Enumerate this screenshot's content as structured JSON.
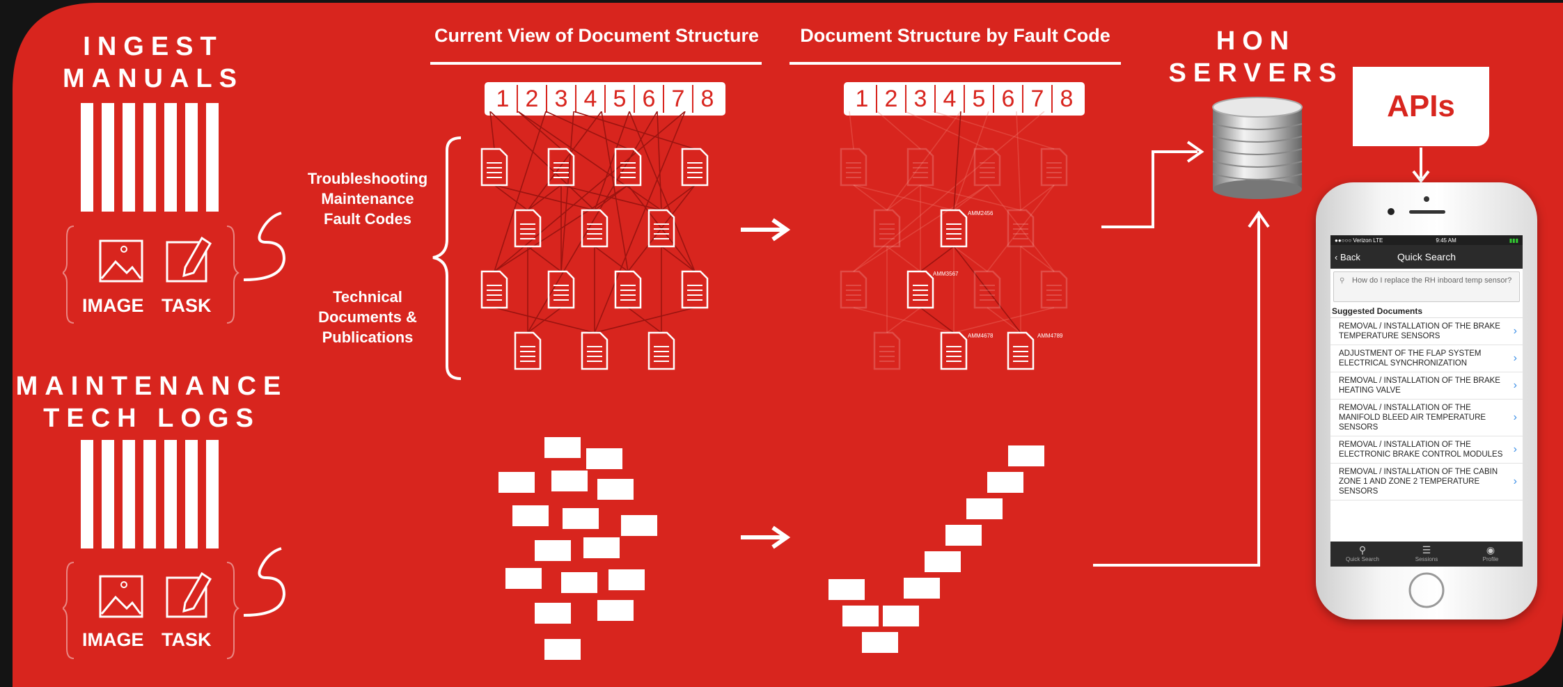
{
  "ingest": {
    "line1": "INGEST",
    "line2": "MANUALS",
    "image_label": "IMAGE",
    "task_label": "TASK"
  },
  "maintenance": {
    "line1": "MAINTENANCE",
    "line2": "TECH LOGS",
    "image_label": "IMAGE",
    "task_label": "TASK"
  },
  "current_view": {
    "title": "Current View of Document Structure",
    "numbers": [
      "1",
      "2",
      "3",
      "4",
      "5",
      "6",
      "7",
      "8"
    ]
  },
  "fault_view": {
    "title": "Document Structure by Fault Code",
    "numbers": [
      "1",
      "2",
      "3",
      "4",
      "5",
      "6",
      "7",
      "8"
    ],
    "doc_labels": [
      "AMM2456",
      "AMM3567",
      "AMM4678",
      "AMM4789"
    ]
  },
  "doc_types": {
    "troubleshooting": [
      "Troubleshooting",
      "Maintenance",
      "Fault Codes"
    ],
    "technical": [
      "Technical",
      "Documents &",
      "Publications"
    ]
  },
  "hon": {
    "line1": "HON",
    "line2": "SERVERS"
  },
  "apis": {
    "label": "APIs"
  },
  "phone": {
    "status": {
      "carrier": "●●○○○ Verizon  LTE",
      "time": "9:45 AM"
    },
    "nav": {
      "back": "Back",
      "title": "Quick Search"
    },
    "search": {
      "placeholder": "How do I replace the RH inboard temp sensor?"
    },
    "suggested_header": "Suggested Documents",
    "items": [
      "REMOVAL / INSTALLATION OF THE BRAKE TEMPERATURE SENSORS",
      "ADJUSTMENT OF THE FLAP SYSTEM ELECTRICAL SYNCHRONIZATION",
      "REMOVAL / INSTALLATION OF THE BRAKE HEATING VALVE",
      "REMOVAL / INSTALLATION OF THE MANIFOLD BLEED AIR TEMPERATURE SENSORS",
      "REMOVAL / INSTALLATION OF THE ELECTRONIC BRAKE CONTROL MODULES",
      "REMOVAL / INSTALLATION OF THE CABIN ZONE 1 AND ZONE 2 TEMPERATURE SENSORS"
    ],
    "tabs": [
      {
        "label": "Quick Search",
        "icon": "search-icon"
      },
      {
        "label": "Sessions",
        "icon": "list-icon"
      },
      {
        "label": "Profile",
        "icon": "profile-icon"
      }
    ]
  },
  "colors": {
    "panel_red": "#d8251e",
    "white": "#ffffff",
    "dark_background": "#141414",
    "chevron_blue": "#3a8ee6"
  }
}
